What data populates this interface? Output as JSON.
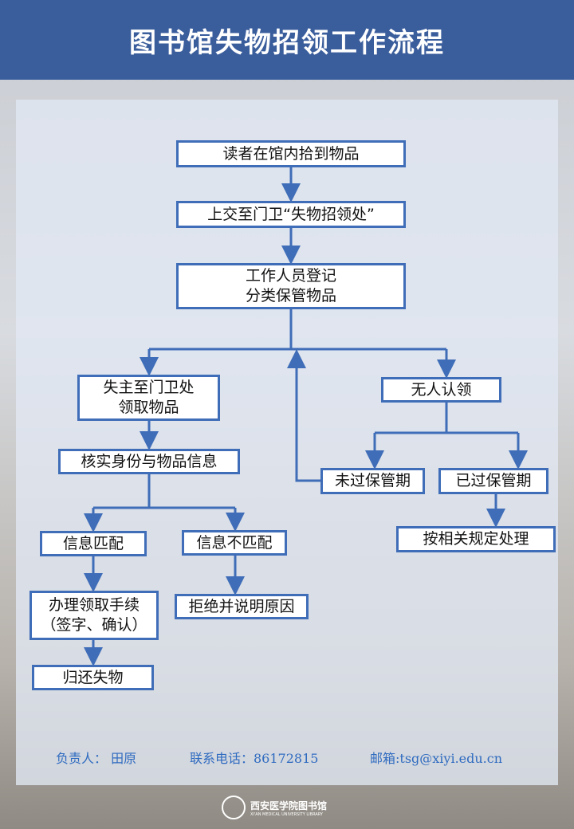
{
  "title": "图书馆失物招领工作流程",
  "steps": {
    "found": "读者在馆内拾到物品",
    "submit": "上交至门卫“失物招领处”",
    "register": "工作人员登记\n分类保管物品",
    "owner": "失主至门卫处\n领取物品",
    "unclaimed": "无人认领",
    "verify": "核实身份与物品信息",
    "not_expired": "未过保管期",
    "expired": "已过保管期",
    "match": "信息匹配",
    "mismatch": "信息不匹配",
    "dispose": "按相关规定处理",
    "procedure": "办理领取手续\n（签字、确认）",
    "refuse": "拒绝并说明原因",
    "return": "归还失物"
  },
  "footer": {
    "contact": "负责人： 田原",
    "phone": "联系电话：86172815",
    "email": "邮箱:tsg@xiyi.edu.cn"
  },
  "logo": {
    "cn": "西安医学院图书馆",
    "en": "XI'AN MEDICAL UNIVERSITY LIBRARY"
  },
  "colors": {
    "header": "#3a5d9c",
    "line": "#3f6db8",
    "footer_text": "#2f6bc0"
  }
}
